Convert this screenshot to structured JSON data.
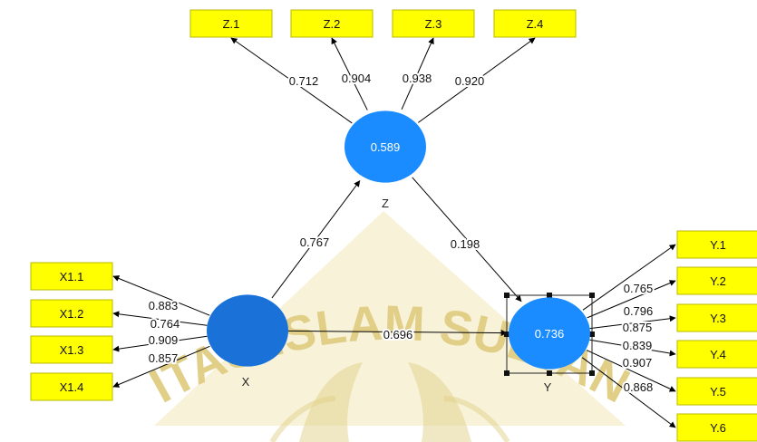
{
  "watermark": {
    "text": "ITAS ISLAM SULTAN",
    "color": "#c9a928"
  },
  "colors": {
    "indicator_fill": "#ffff00",
    "indicator_stroke": "#b8b800",
    "construct_fill": "#1a8cff",
    "construct_fill_selected": "#1b90ff",
    "line": "#000000",
    "label_text": "#111111"
  },
  "constructs": {
    "X": {
      "label": "X",
      "value": ""
    },
    "Z": {
      "label": "Z",
      "value": "0.589"
    },
    "Y": {
      "label": "Y",
      "value": "0.736"
    }
  },
  "indicators": {
    "Z": [
      "Z.1",
      "Z.2",
      "Z.3",
      "Z.4"
    ],
    "X": [
      "X1.1",
      "X1.2",
      "X1.3",
      "X1.4"
    ],
    "Y": [
      "Y.1",
      "Y.2",
      "Y.3",
      "Y.4",
      "Y.5",
      "Y.6"
    ]
  },
  "loadings": {
    "Z": [
      "0.712",
      "0.904",
      "0.938",
      "0.920"
    ],
    "X": [
      "0.883",
      "0.764",
      "0.909",
      "0.857"
    ],
    "Y": [
      "0.765",
      "0.796",
      "0.875",
      "0.839",
      "0.907",
      "0.868"
    ]
  },
  "paths": {
    "X_Z": "0.767",
    "Z_Y": "0.198",
    "X_Y": "0.696"
  }
}
